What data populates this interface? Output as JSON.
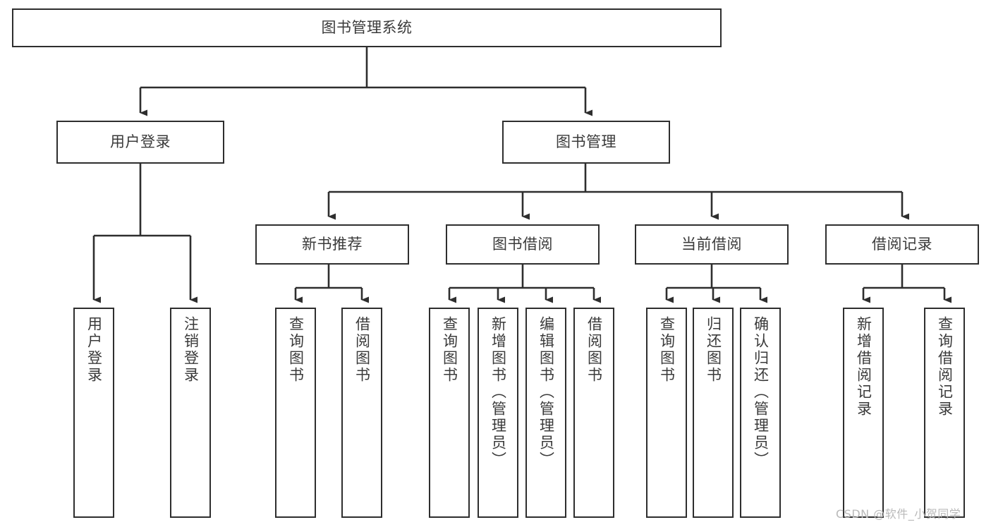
{
  "diagram": {
    "type": "tree-hierarchy",
    "title": "图书管理系统",
    "orientation": "top-down",
    "colors": {
      "node_border": "#2e2e2e",
      "node_fill": "#ffffff",
      "text": "#3a3a3a",
      "connector": "#2e2e2e",
      "background": "#ffffff",
      "watermark": "#b9b9b9"
    },
    "root": {
      "label": "图书管理系统"
    },
    "level2": [
      {
        "label": "用户登录"
      },
      {
        "label": "图书管理"
      }
    ],
    "level3": [
      {
        "label": "新书推荐"
      },
      {
        "label": "图书借阅"
      },
      {
        "label": "当前借阅"
      },
      {
        "label": "借阅记录"
      }
    ],
    "leaves": {
      "user_login": [
        {
          "label": "用户登录"
        },
        {
          "label": "注销登录"
        }
      ],
      "new_book_recommend": [
        {
          "label": "查询图书"
        },
        {
          "label": "借阅图书"
        }
      ],
      "book_borrow": [
        {
          "label": "查询图书"
        },
        {
          "label": "新增图书（管理员）"
        },
        {
          "label": "编辑图书（管理员）"
        },
        {
          "label": "借阅图书"
        }
      ],
      "current_borrow": [
        {
          "label": "查询图书"
        },
        {
          "label": "归还图书"
        },
        {
          "label": "确认归还（管理员）"
        }
      ],
      "borrow_record": [
        {
          "label": "新增借阅记录"
        },
        {
          "label": "查询借阅记录"
        }
      ]
    }
  },
  "watermark": {
    "text": "CSDN @软件_小贺同学"
  }
}
